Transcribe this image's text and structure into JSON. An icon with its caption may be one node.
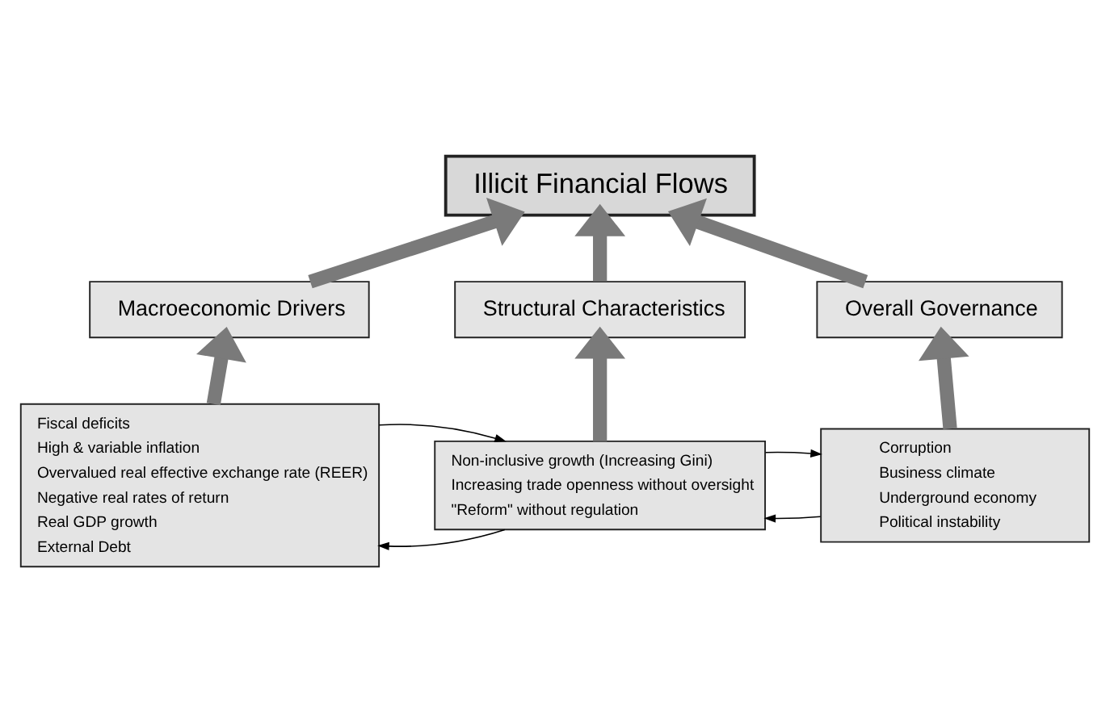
{
  "diagram": {
    "nodes": [
      {
        "text": [
          "Illicit Financial Flows"
        ]
      },
      {
        "text": [
          "Macroeconomic Drivers"
        ]
      },
      {
        "text": [
          "Structural Characteristics"
        ]
      },
      {
        "text": [
          "Overall Governance"
        ]
      },
      {
        "text": [
          "Fiscal deficits",
          "High & variable inflation",
          "Overvalued real effective exchange rate (REER)",
          "Negative real rates of return",
          "Real GDP growth",
          "External Debt"
        ]
      },
      {
        "text": [
          "Non-inclusive growth (Increasing Gini)",
          "Increasing trade openness without oversight",
          "\"Reform\" without regulation"
        ]
      },
      {
        "text": [
          "Corruption",
          "Business climate",
          "Underground economy",
          "Political instability"
        ]
      }
    ],
    "edges": [
      {
        "from": 1,
        "to": 0,
        "arrow": "to"
      },
      {
        "from": 2,
        "to": 0,
        "arrow": "to"
      },
      {
        "from": 3,
        "to": 0,
        "arrow": "to"
      },
      {
        "from": 4,
        "to": 1,
        "arrow": "to"
      },
      {
        "from": 5,
        "to": 2,
        "arrow": "to"
      },
      {
        "from": 6,
        "to": 3,
        "arrow": "to"
      },
      {
        "from": 4,
        "to": 5,
        "arrow": "to",
        "color": "#000000"
      },
      {
        "from": 5,
        "to": 4,
        "arrow": "to",
        "color": "#000000"
      },
      {
        "from": 5,
        "to": 6,
        "arrow": "to",
        "color": "#000000"
      },
      {
        "from": 6,
        "to": 5,
        "arrow": "to",
        "color": "#000000"
      }
    ]
  }
}
